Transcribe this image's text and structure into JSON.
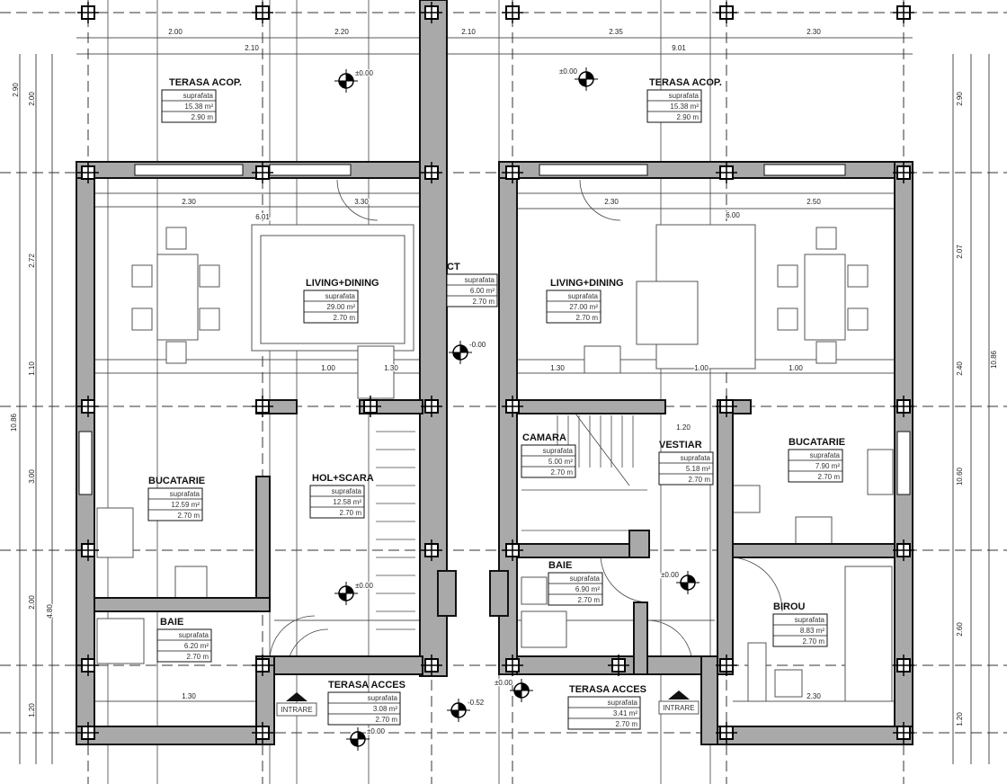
{
  "plan": {
    "rooms": [
      {
        "name": "TERASA ACOP.",
        "header": "suprafata",
        "area": "15.38 m²",
        "height": "2.90 m"
      },
      {
        "name": "TERASA ACOP.",
        "header": "suprafata",
        "area": "15.38 m²",
        "height": "2.90 m"
      },
      {
        "name": "LIVING+DINING",
        "header": "suprafata",
        "area": "29.00 m²",
        "height": "2.70 m"
      },
      {
        "name": "CT",
        "header": "suprafata",
        "area": "6.00 m²",
        "height": "2.70 m"
      },
      {
        "name": "LIVING+DINING",
        "header": "suprafata",
        "area": "27.00 m²",
        "height": "2.70 m"
      },
      {
        "name": "BUCATARIE",
        "header": "suprafata",
        "area": "12.59 m²",
        "height": "2.70 m"
      },
      {
        "name": "HOL+SCARA",
        "header": "suprafata",
        "area": "12.58 m²",
        "height": "2.70 m"
      },
      {
        "name": "CAMARA",
        "header": "suprafata",
        "area": "5.00 m²",
        "height": "2.70 m"
      },
      {
        "name": "VESTIAR",
        "header": "suprafata",
        "area": "5.18 m²",
        "height": "2.70 m"
      },
      {
        "name": "BUCATARIE",
        "header": "suprafata",
        "area": "7.90 m²",
        "height": "2.70 m"
      },
      {
        "name": "BAIE",
        "header": "suprafata",
        "area": "6.20 m²",
        "height": "2.70 m"
      },
      {
        "name": "BAIE",
        "header": "suprafata",
        "area": "6.90 m²",
        "height": "2.70 m"
      },
      {
        "name": "BIROU",
        "header": "suprafata",
        "area": "8.83 m²",
        "height": "2.70 m"
      },
      {
        "name": "TERASA ACCES",
        "header": "suprafata",
        "area": "3.08 m²",
        "height": "2.70 m"
      },
      {
        "name": "TERASA ACCES",
        "header": "suprafata",
        "area": "3.41 m²",
        "height": "2.70 m"
      }
    ],
    "levels": [
      "±0.00",
      "±0.00",
      "-0.00",
      "±0.00",
      "±0.00",
      "-0.52",
      "±0.00",
      "±0.00"
    ],
    "dimensions_top": [
      "2.00",
      "2.20",
      "2.10",
      "2.35",
      "2.30",
      "2.10",
      "9.01"
    ],
    "dimensions_left": [
      "2.90",
      "2.00",
      "2.72",
      "1.10",
      "3.00",
      "2.00",
      "1.20",
      "10.86",
      "4.80"
    ],
    "dimensions_right": [
      "2.90",
      "2.07",
      "2.40",
      "10.60",
      "2.60",
      "1.20",
      "10.86"
    ],
    "dimensions_inner": [
      "2.30",
      "6.01",
      "3.30",
      "1.00",
      "1.30",
      "2.30",
      "6.00",
      "2.50",
      "1.30",
      "1.00",
      "1.00",
      "1.20",
      "1.30",
      "2.30"
    ],
    "entrance_labels": [
      "INTRARE",
      "INTRARE"
    ],
    "colors": {
      "wall": "#a9a9a9",
      "line": "#111111"
    }
  }
}
